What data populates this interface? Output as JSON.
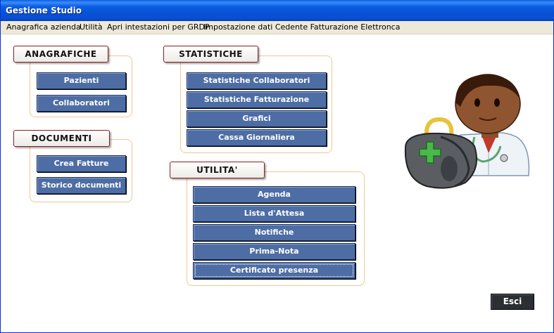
{
  "window": {
    "title": "Gestione Studio"
  },
  "menubar": {
    "items": [
      "Anagrafica azienda",
      "Utilità",
      "Apri intestazioni per GRDP",
      "Impostazione dati Cedente Fatturazione Elettronca"
    ]
  },
  "groups": {
    "anagrafiche": {
      "label": "ANAGRAFICHE",
      "buttons": [
        "Pazienti",
        "Collaboratori"
      ]
    },
    "documenti": {
      "label": "DOCUMENTI",
      "buttons": [
        "Crea Fatture",
        "Storico documenti"
      ]
    },
    "statistiche": {
      "label": "STATISTICHE",
      "buttons": [
        "Statistiche Collaboratori",
        "Statistiche Fatturazione",
        "Grafici",
        "Cassa Giornaliera"
      ]
    },
    "utilita": {
      "label": "UTILITA'",
      "buttons": [
        "Agenda",
        "Lista d'Attesa",
        "Notifiche",
        "Prima-Nota",
        "Certificato presenza"
      ]
    }
  },
  "exit_button": "Esci",
  "icons": {
    "illustration": "doctor-with-medical-bag-icon"
  },
  "colors": {
    "button_bg": "#4d6da4",
    "label_border": "#8b1e1e",
    "frame_border": "#f0c890",
    "titlebar": "#0652d8"
  }
}
